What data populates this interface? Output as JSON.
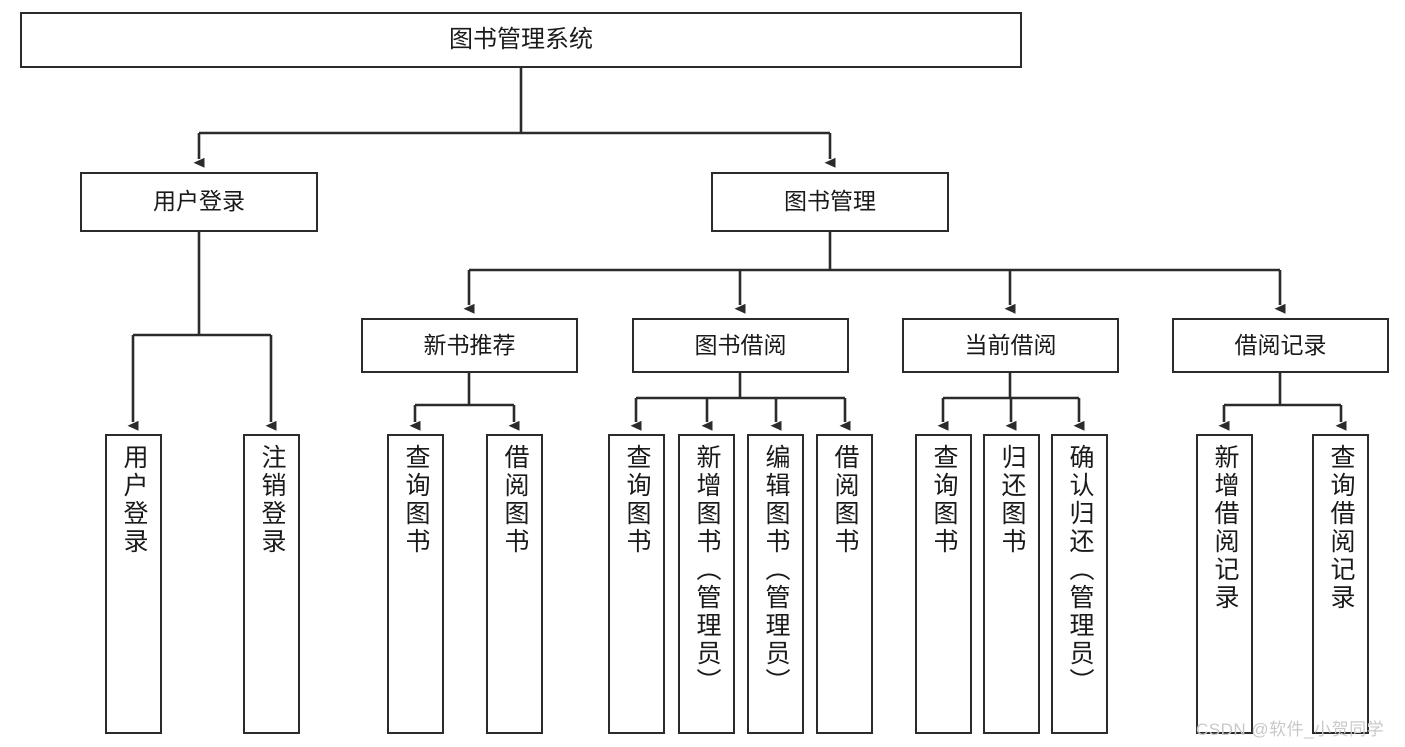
{
  "diagram": {
    "title": "图书管理系统",
    "type": "hierarchy-tree",
    "background_color": "#ffffff",
    "box_border_color": "#2b2b2b",
    "line_color": "#2b2b2b",
    "root": {
      "label": "图书管理系统",
      "orientation": "horizontal"
    },
    "level2": [
      {
        "label": "用户登录",
        "orientation": "horizontal"
      },
      {
        "label": "图书管理",
        "orientation": "horizontal"
      }
    ],
    "level3": [
      {
        "label": "新书推荐",
        "orientation": "horizontal",
        "parent": "图书管理"
      },
      {
        "label": "图书借阅",
        "orientation": "horizontal",
        "parent": "图书管理"
      },
      {
        "label": "当前借阅",
        "orientation": "horizontal",
        "parent": "图书管理"
      },
      {
        "label": "借阅记录",
        "orientation": "horizontal",
        "parent": "图书管理"
      }
    ],
    "leaves": [
      {
        "label": "用户登录",
        "orientation": "vertical",
        "parent": "用户登录"
      },
      {
        "label": "注销登录",
        "orientation": "vertical",
        "parent": "用户登录"
      },
      {
        "label": "查询图书",
        "orientation": "vertical",
        "parent": "新书推荐"
      },
      {
        "label": "借阅图书",
        "orientation": "vertical",
        "parent": "新书推荐"
      },
      {
        "label": "查询图书",
        "orientation": "vertical",
        "parent": "图书借阅"
      },
      {
        "label": "新增图书（管理员）",
        "orientation": "vertical",
        "parent": "图书借阅"
      },
      {
        "label": "编辑图书（管理员）",
        "orientation": "vertical",
        "parent": "图书借阅"
      },
      {
        "label": "借阅图书",
        "orientation": "vertical",
        "parent": "图书借阅"
      },
      {
        "label": "查询图书",
        "orientation": "vertical",
        "parent": "当前借阅"
      },
      {
        "label": "归还图书",
        "orientation": "vertical",
        "parent": "当前借阅"
      },
      {
        "label": "确认归还（管理员）",
        "orientation": "vertical",
        "parent": "当前借阅"
      },
      {
        "label": "新增借阅记录",
        "orientation": "vertical",
        "parent": "借阅记录"
      },
      {
        "label": "查询借阅记录",
        "orientation": "vertical",
        "parent": "借阅记录"
      }
    ],
    "watermark": "CSDN @软件_小贺同学"
  }
}
